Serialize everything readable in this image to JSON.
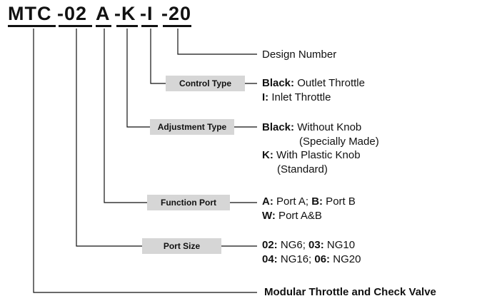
{
  "code": {
    "segments": [
      "MTC",
      "-02",
      "A",
      "-K",
      "-I",
      "-20"
    ]
  },
  "design": {
    "text": "Design Number"
  },
  "control": {
    "label": "Control Type",
    "line1_bold": "Black:",
    "line1_text": " Outlet Throttle",
    "line2_bold": "I:",
    "line2_text": " Inlet Throttle"
  },
  "adjustment": {
    "label": "Adjustment Type",
    "line1_bold": "Black:",
    "line1_text": " Without Knob",
    "line2": "(Specially Made)",
    "line3_bold": "K:",
    "line3_text": " With Plastic Knob",
    "line4": "(Standard)"
  },
  "function": {
    "label": "Function Port",
    "line1_b1": "A:",
    "line1_t1": " Port A; ",
    "line1_b2": "B:",
    "line1_t2": " Port B",
    "line2_bold": "W:",
    "line2_text": " Port  A&B"
  },
  "portsize": {
    "label": "Port Size",
    "line1_b1": "02:",
    "line1_t1": " NG6; ",
    "line1_b2": "03:",
    "line1_t2": " NG10",
    "line2_b1": "04:",
    "line2_t1": " NG16; ",
    "line2_b2": "06:",
    "line2_t2": " NG20"
  },
  "product": {
    "text": "Modular Throttle and Check Valve"
  }
}
